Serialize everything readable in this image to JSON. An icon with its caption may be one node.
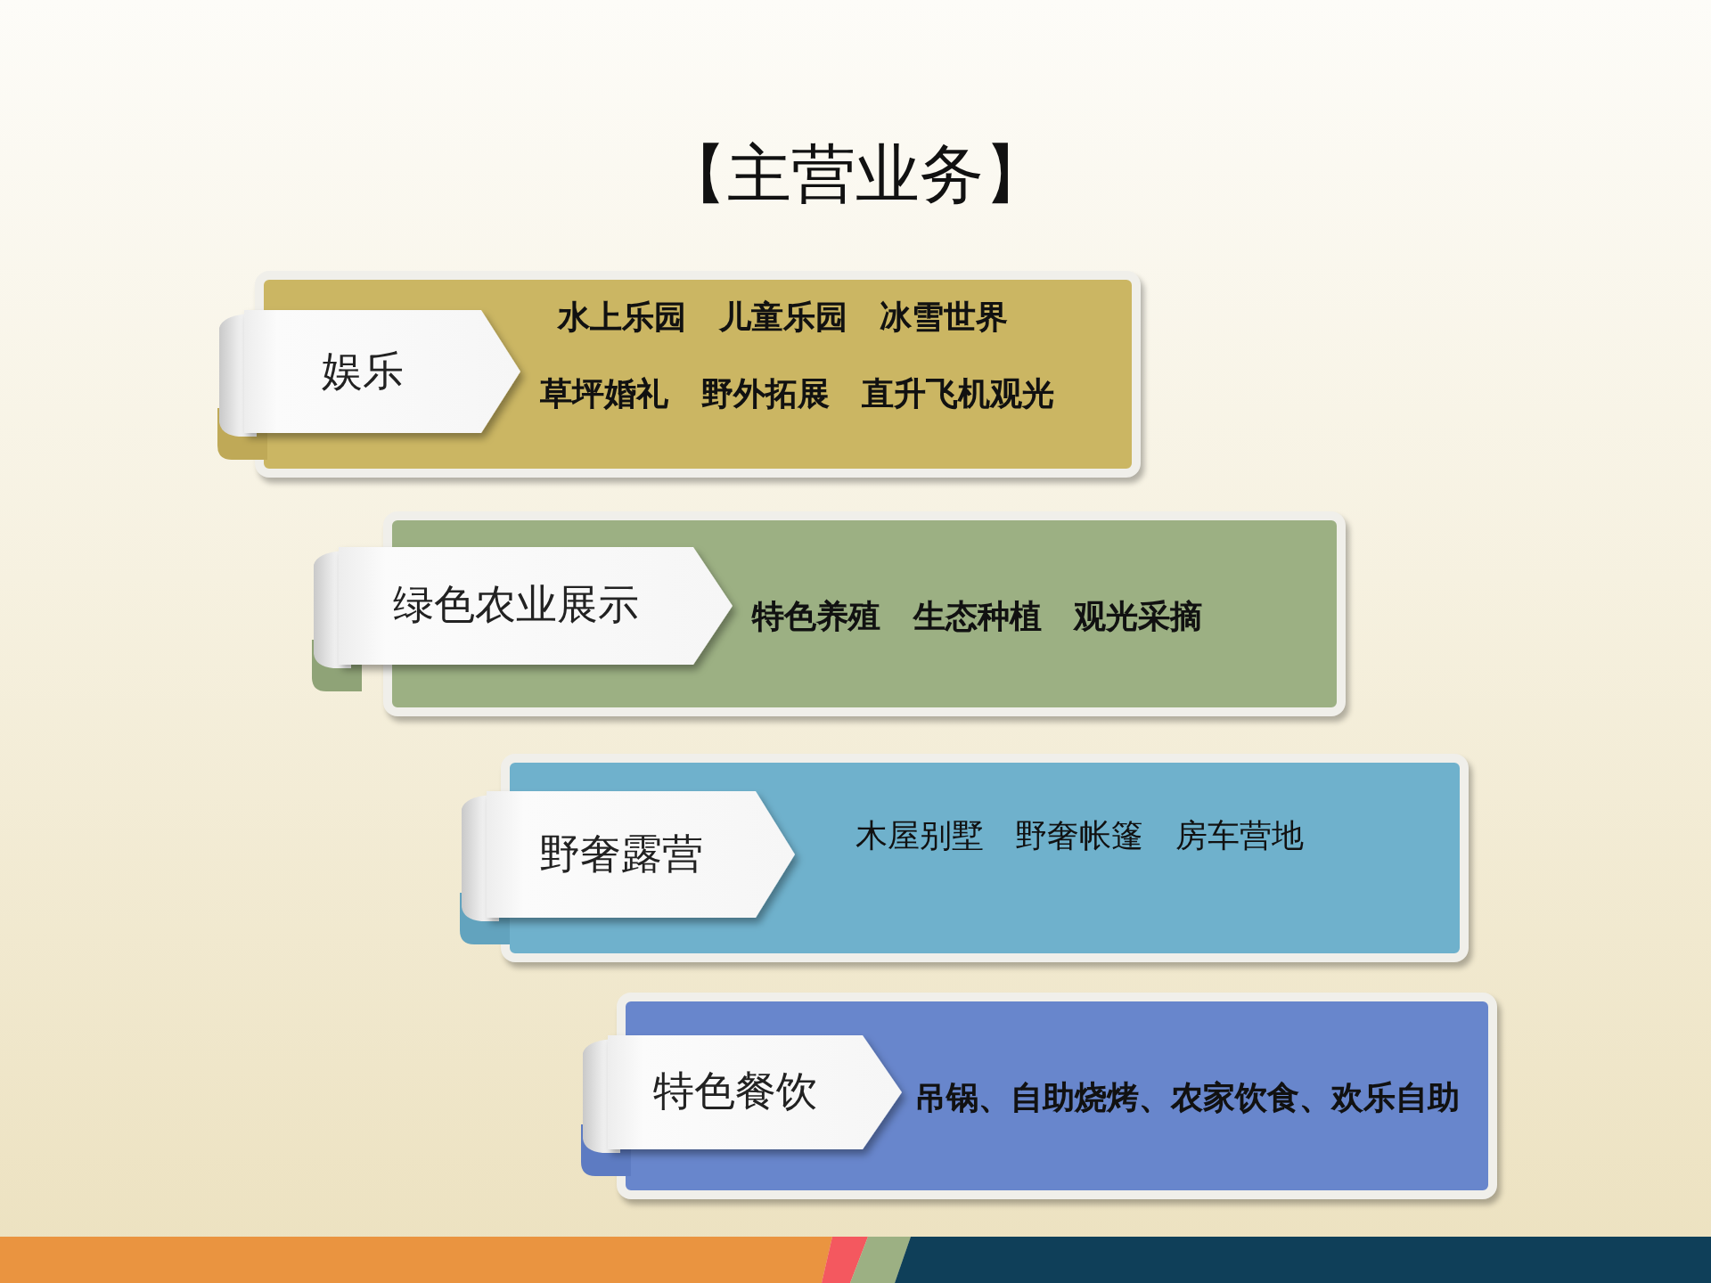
{
  "diagram": {
    "title": "【主营业务】",
    "nodes": [
      {
        "text": [
          "水上乐园 儿童乐园 冰雪世界",
          "草坪婚礼 野外拓展 直升飞机观光"
        ]
      },
      {
        "text": [
          "娱乐"
        ],
        "in": 0
      },
      {
        "text": [
          "特色养殖 生态种植 观光采摘"
        ]
      },
      {
        "text": [
          "绿色农业展示"
        ],
        "in": 2
      },
      {
        "text": [
          "木屋别墅 野奢帐篷 房车营地"
        ]
      },
      {
        "text": [
          "野奢露营"
        ],
        "in": 4
      },
      {
        "text": [
          "吊锅、自助烧烤、农家饮食、欢乐自助"
        ]
      },
      {
        "text": [
          "特色餐饮"
        ],
        "in": 6
      }
    ]
  }
}
